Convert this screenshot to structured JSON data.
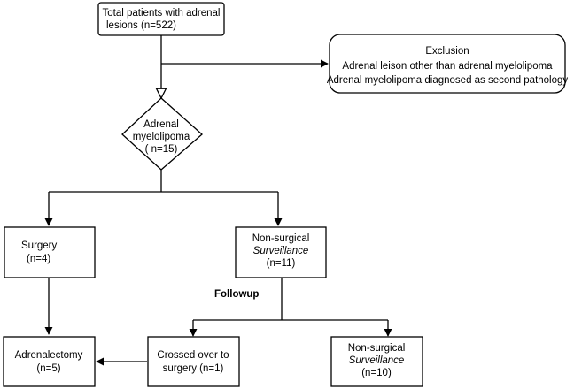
{
  "nodes": {
    "total": {
      "line1": "Total patients with adrenal",
      "line2": "lesions (n=522)"
    },
    "exclusion": {
      "title": "Exclusion",
      "line1": "Adrenal leison other than adrenal myelolipoma",
      "line2": "Adrenal myelolipoma  diagnosed as second pathology"
    },
    "myelolipoma": {
      "line1": "Adrenal",
      "line2": "myelolipoma",
      "line3": "( n=15)"
    },
    "surgery": {
      "line1": "Surgery",
      "line2": "(n=4)"
    },
    "nonsurgical_main": {
      "line1": "Non-surgical",
      "line2": "Surveillance",
      "line3": "(n=11)"
    },
    "followup_label": "Followup",
    "adrenalectomy": {
      "line1": "Adrenalectomy",
      "line2": "(n=5)"
    },
    "crossed": {
      "line1": "Crossed over to",
      "line2": "surgery (n=1)"
    },
    "nonsurgical_end": {
      "line1": "Non-surgical",
      "line2": "Surveillance",
      "line3": "(n=10)"
    }
  }
}
